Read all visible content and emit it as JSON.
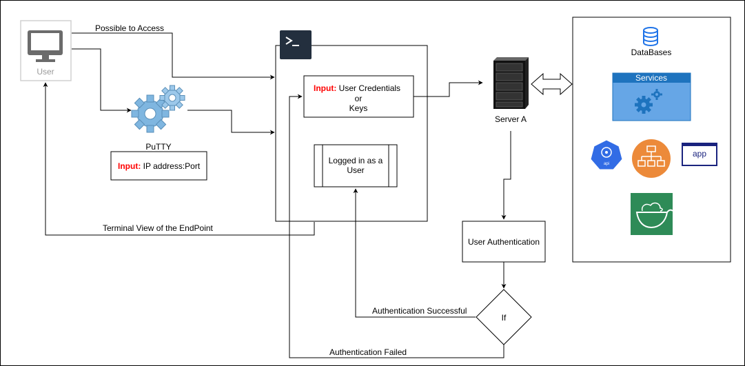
{
  "nodes": {
    "user": "User",
    "putty": "PuTTY",
    "putty_input_prefix": "Input:",
    "putty_input_value": "IP address:Port",
    "creds_prefix": "Input:",
    "creds_line1": "User Credentials",
    "creds_line2": "or",
    "creds_line3": "Keys",
    "logged_line1": "Logged in as a",
    "logged_line2": "User",
    "server": "Server A",
    "user_auth": "User Authentication",
    "decision": "If",
    "databases": "DataBases",
    "services": "Services",
    "app_icon": "app",
    "api_icon": "api"
  },
  "edges": {
    "possible_access": "Possible to Access",
    "terminal_view": "Terminal View of the EndPoint",
    "auth_success": "Authentication Successful",
    "auth_failed": "Authentication Failed"
  },
  "icons": [
    "monitor-icon",
    "gears-icon",
    "terminal-icon",
    "server-rack-icon",
    "database-icon",
    "services-gear-icon",
    "kubernetes-api-icon",
    "org-chart-icon",
    "app-window-icon",
    "docker-container-icon"
  ],
  "colors": {
    "terminal": "#232F3E",
    "services_bg": "#66A6E6",
    "services_header": "#1E73BE",
    "org_chart": "#EC8A3A",
    "kubernetes": "#326CE5",
    "docker": "#2E8B57",
    "input_highlight": "#FF0000"
  }
}
